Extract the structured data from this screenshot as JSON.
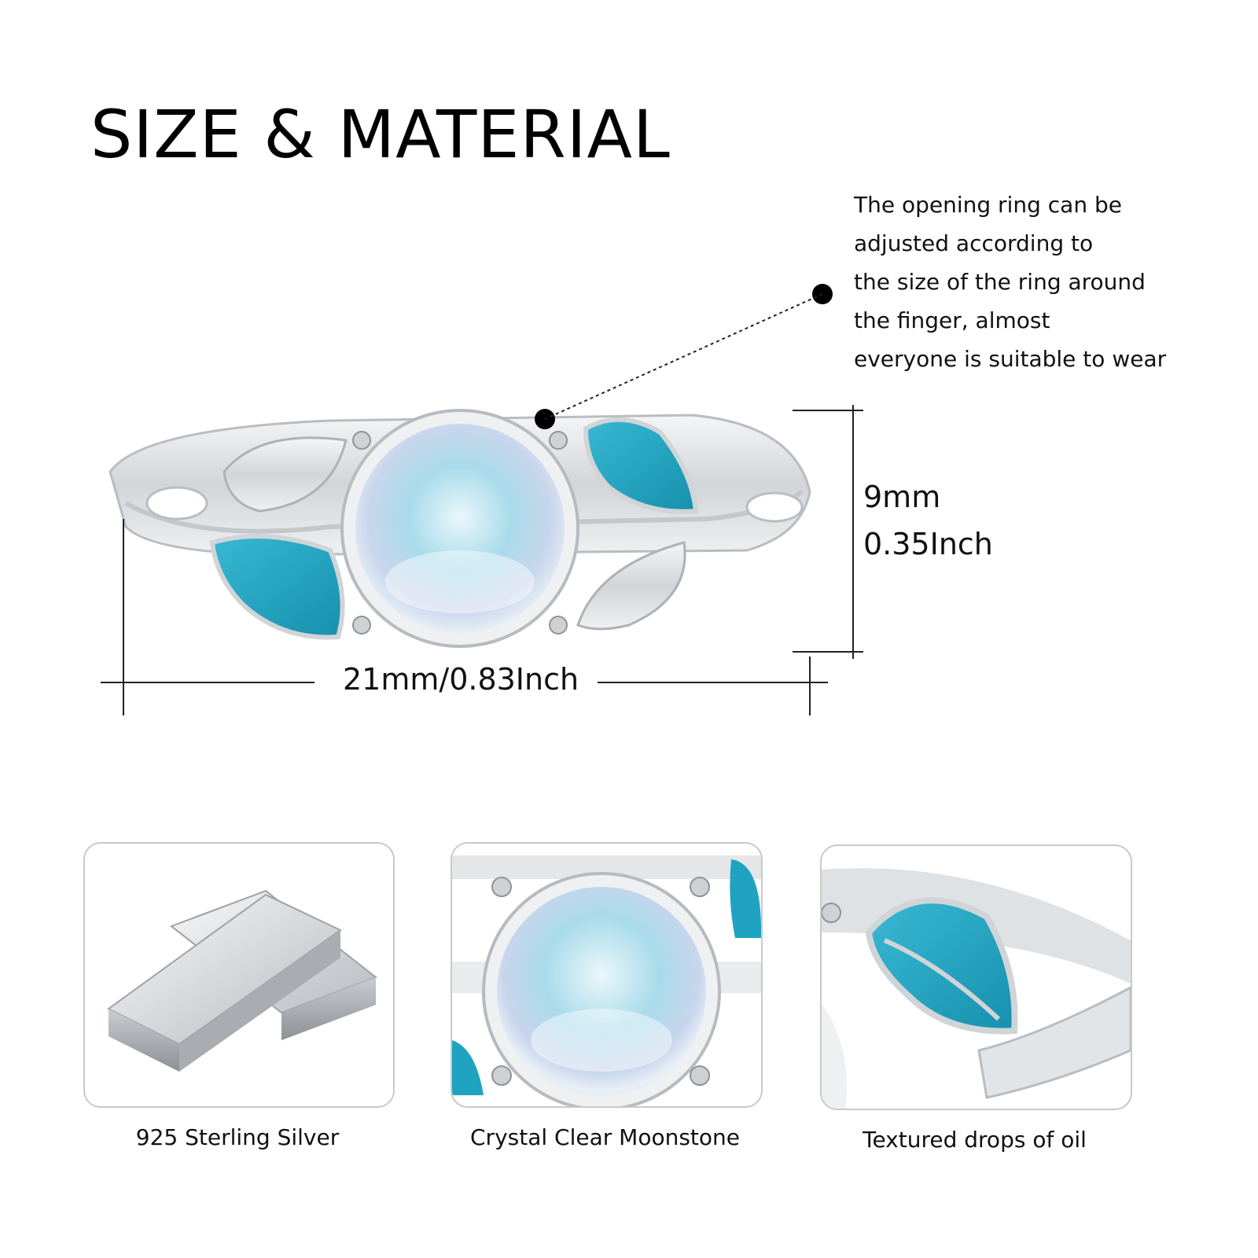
{
  "title": "SIZE & MATERIAL",
  "description": {
    "lines": [
      "The opening ring can be",
      "adjusted according to",
      "the size of the ring around",
      "the finger, almost",
      "everyone is suitable to wear"
    ]
  },
  "dimensions": {
    "height_mm": "9mm",
    "height_inch": "0.35Inch",
    "width": "21mm/0.83Inch"
  },
  "features": [
    {
      "label": "925 Sterling Silver",
      "image": "silver-bars"
    },
    {
      "label": "Crystal Clear Moonstone",
      "image": "moonstone-closeup"
    },
    {
      "label": "Textured drops of oil",
      "image": "enamel-leaf-closeup"
    }
  ],
  "colors": {
    "enamel": "#1fa3c0",
    "silver": "#d9dcdf",
    "moonstone": "#a9dbea",
    "card_border": "#c9c9c9"
  }
}
